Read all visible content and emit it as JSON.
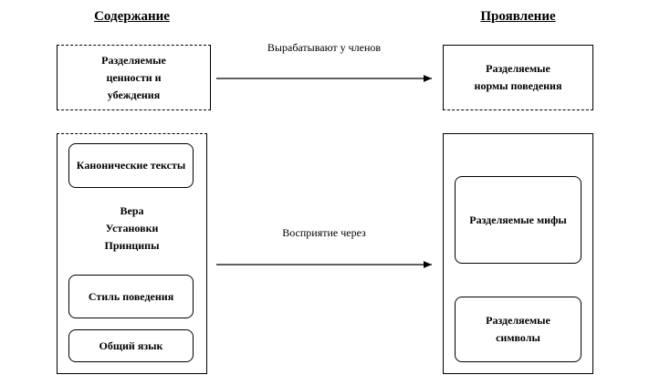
{
  "headers": {
    "content": "Содержание",
    "manifestation": "Проявление"
  },
  "top_row": {
    "left_box": "Разделяемые ценности и убеждения",
    "arrow_label": "Вырабатывают у членов",
    "right_box": "Разделяемые нормы поведения"
  },
  "bottom_row": {
    "left_panel": {
      "canonical_texts": "Канонические тексты",
      "beliefs": [
        "Вера",
        "Установки",
        "Принципы"
      ],
      "behavior_style": "Стиль поведения",
      "common_language": "Общий язык"
    },
    "arrow_label": "Восприятие через",
    "right_panel": {
      "myths": "Разделяемые мифы",
      "symbols": "Разделяемые символы"
    }
  }
}
